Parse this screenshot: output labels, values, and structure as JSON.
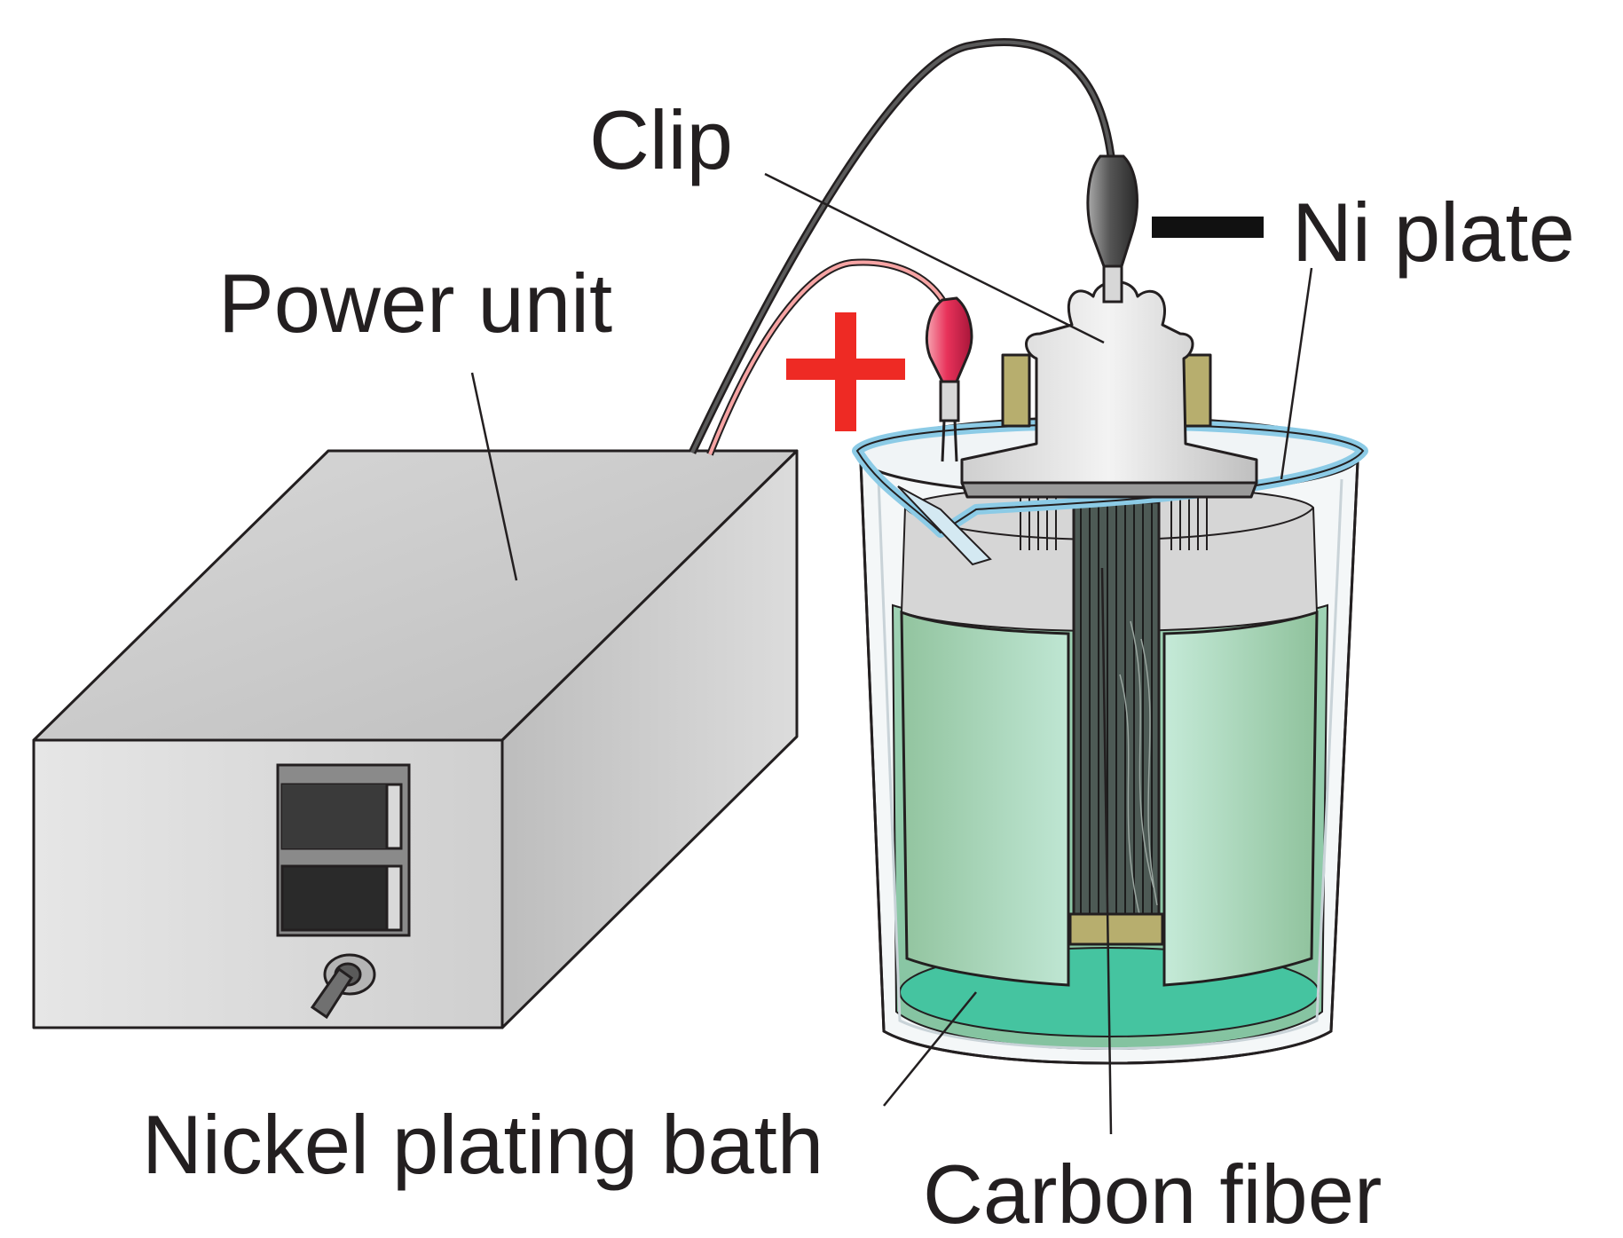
{
  "labels": {
    "power_unit": "Power unit",
    "clip": "Clip",
    "ni_plate": "Ni plate",
    "nickel_plating_bath": "Nickel plating bath",
    "carbon_fiber": "Carbon fiber"
  },
  "polarity": {
    "positive": "+",
    "negative": "−"
  },
  "colors": {
    "positive": "#ee2a24",
    "negative": "#111111",
    "bath": "#45c4a0",
    "beaker_rim": "#8ccbe6",
    "ni_plate": "#a2d8bd",
    "power_unit": "#d2d2d2",
    "holder": "#b7ae6e"
  },
  "icons": [
    "power-unit-box",
    "switch-icon",
    "toggle-knob-icon",
    "beaker-icon",
    "alligator-clip-icon",
    "carbon-fiber-bundle"
  ]
}
